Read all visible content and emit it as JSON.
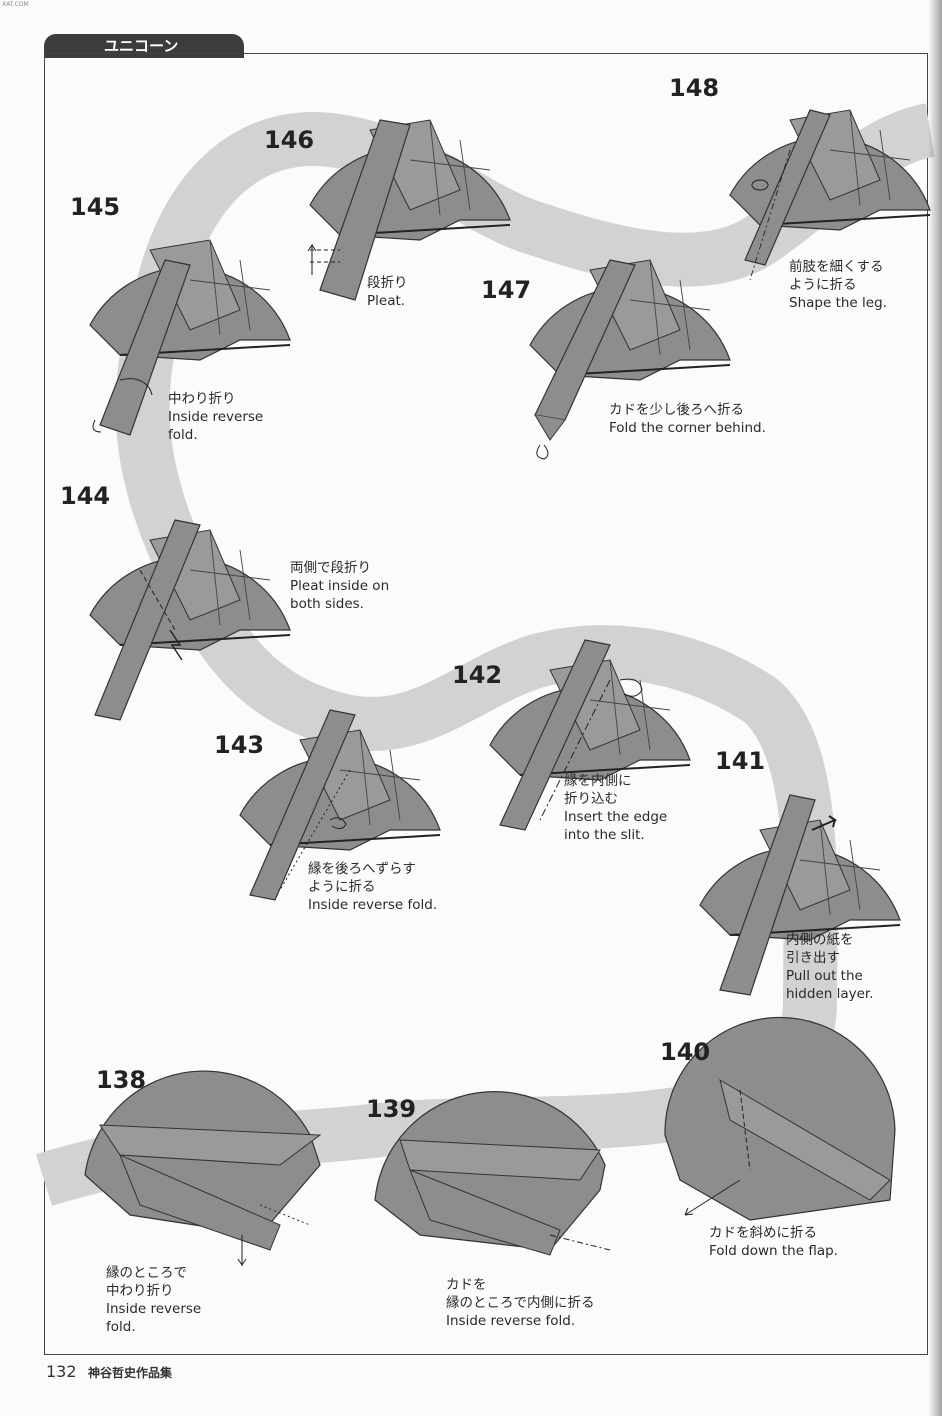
{
  "corner_mark": "XAT.COM",
  "header": {
    "tab_title": "ユニコーン"
  },
  "footer": {
    "page_number": "132",
    "book_title": "神谷哲史作品集"
  },
  "steps": [
    {
      "number": "145",
      "caption": [
        "中わり折り",
        "Inside reverse",
        "fold."
      ]
    },
    {
      "number": "146",
      "caption": [
        "段折り",
        "Pleat."
      ]
    },
    {
      "number": "147",
      "caption": [
        "カドを少し後ろへ折る",
        "Fold the corner behind."
      ]
    },
    {
      "number": "148",
      "caption": [
        "前肢を細くする",
        "ように折る",
        "Shape the leg."
      ]
    },
    {
      "number": "144",
      "caption": [
        "両側で段折り",
        "Pleat inside on",
        "both sides."
      ]
    },
    {
      "number": "143",
      "caption": [
        "縁を後ろへずらす",
        "ように折る",
        "Inside reverse fold."
      ]
    },
    {
      "number": "142",
      "caption": [
        "縁を内側に",
        "折り込む",
        "Insert the edge",
        "into the slit."
      ]
    },
    {
      "number": "141",
      "caption": [
        "内側の紙を",
        "引き出す",
        "Pull out the",
        "hidden layer."
      ]
    },
    {
      "number": "140",
      "caption": [
        "カドを斜めに折る",
        "Fold down the flap."
      ]
    },
    {
      "number": "138",
      "caption": [
        "縁のところで",
        "中わり折り",
        "Inside reverse",
        "fold."
      ]
    },
    {
      "number": "139",
      "caption": [
        "カドを",
        "縁のところで内側に折る",
        "Inside reverse fold."
      ]
    }
  ],
  "colors": {
    "paper": "#8d8d8d",
    "band": "#d2d2d2",
    "frame": "#444444",
    "tab": "#3c3c3c"
  }
}
